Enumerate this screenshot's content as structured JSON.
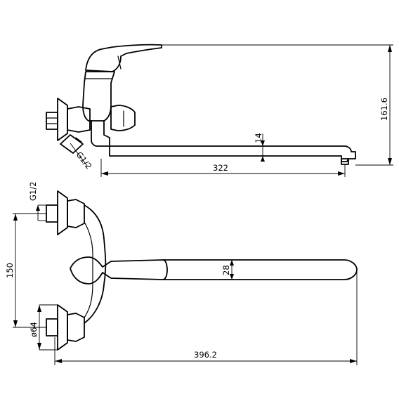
{
  "dimensions": {
    "height_total": "161.6",
    "spout_thickness": "14",
    "spout_length": "322",
    "inlet_thread": "G1/2",
    "inlet_thread_top": "G1/2",
    "center_distance": "150",
    "spout_width": "28",
    "flange_diameter": "ø64",
    "overall_length": "396.2"
  }
}
